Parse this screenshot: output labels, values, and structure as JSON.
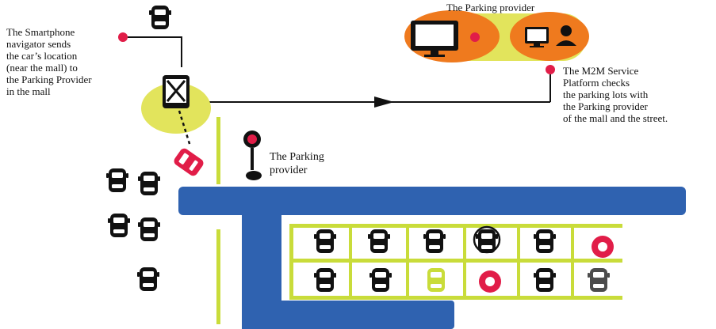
{
  "labels": {
    "navigator_text": "The Smartphone\nnavigator sends\nthe car’s location\n(near the mall) to\nthe Parking Provider\nin the mall",
    "provider_top": "The Parking provider",
    "m2m_text": "The M2M Service\nPlatform checks\nthe parking lots with\nthe Parking provider\nof the mall and the street.",
    "provider_mid": "The Parking\nprovider"
  },
  "colors": {
    "road": "#2f62b0",
    "lot_line": "#c9dc3a",
    "ellipse": "#e2e45c",
    "orange": "#ef7a1e",
    "marker": "#e11d48",
    "car": "#111111",
    "arrow": "#111111"
  },
  "icons": [
    "car-icon",
    "smartphone-icon",
    "monitor-icon",
    "user-icon",
    "parking-meter-icon",
    "location-dot-icon",
    "empty-spot-ring-icon"
  ]
}
